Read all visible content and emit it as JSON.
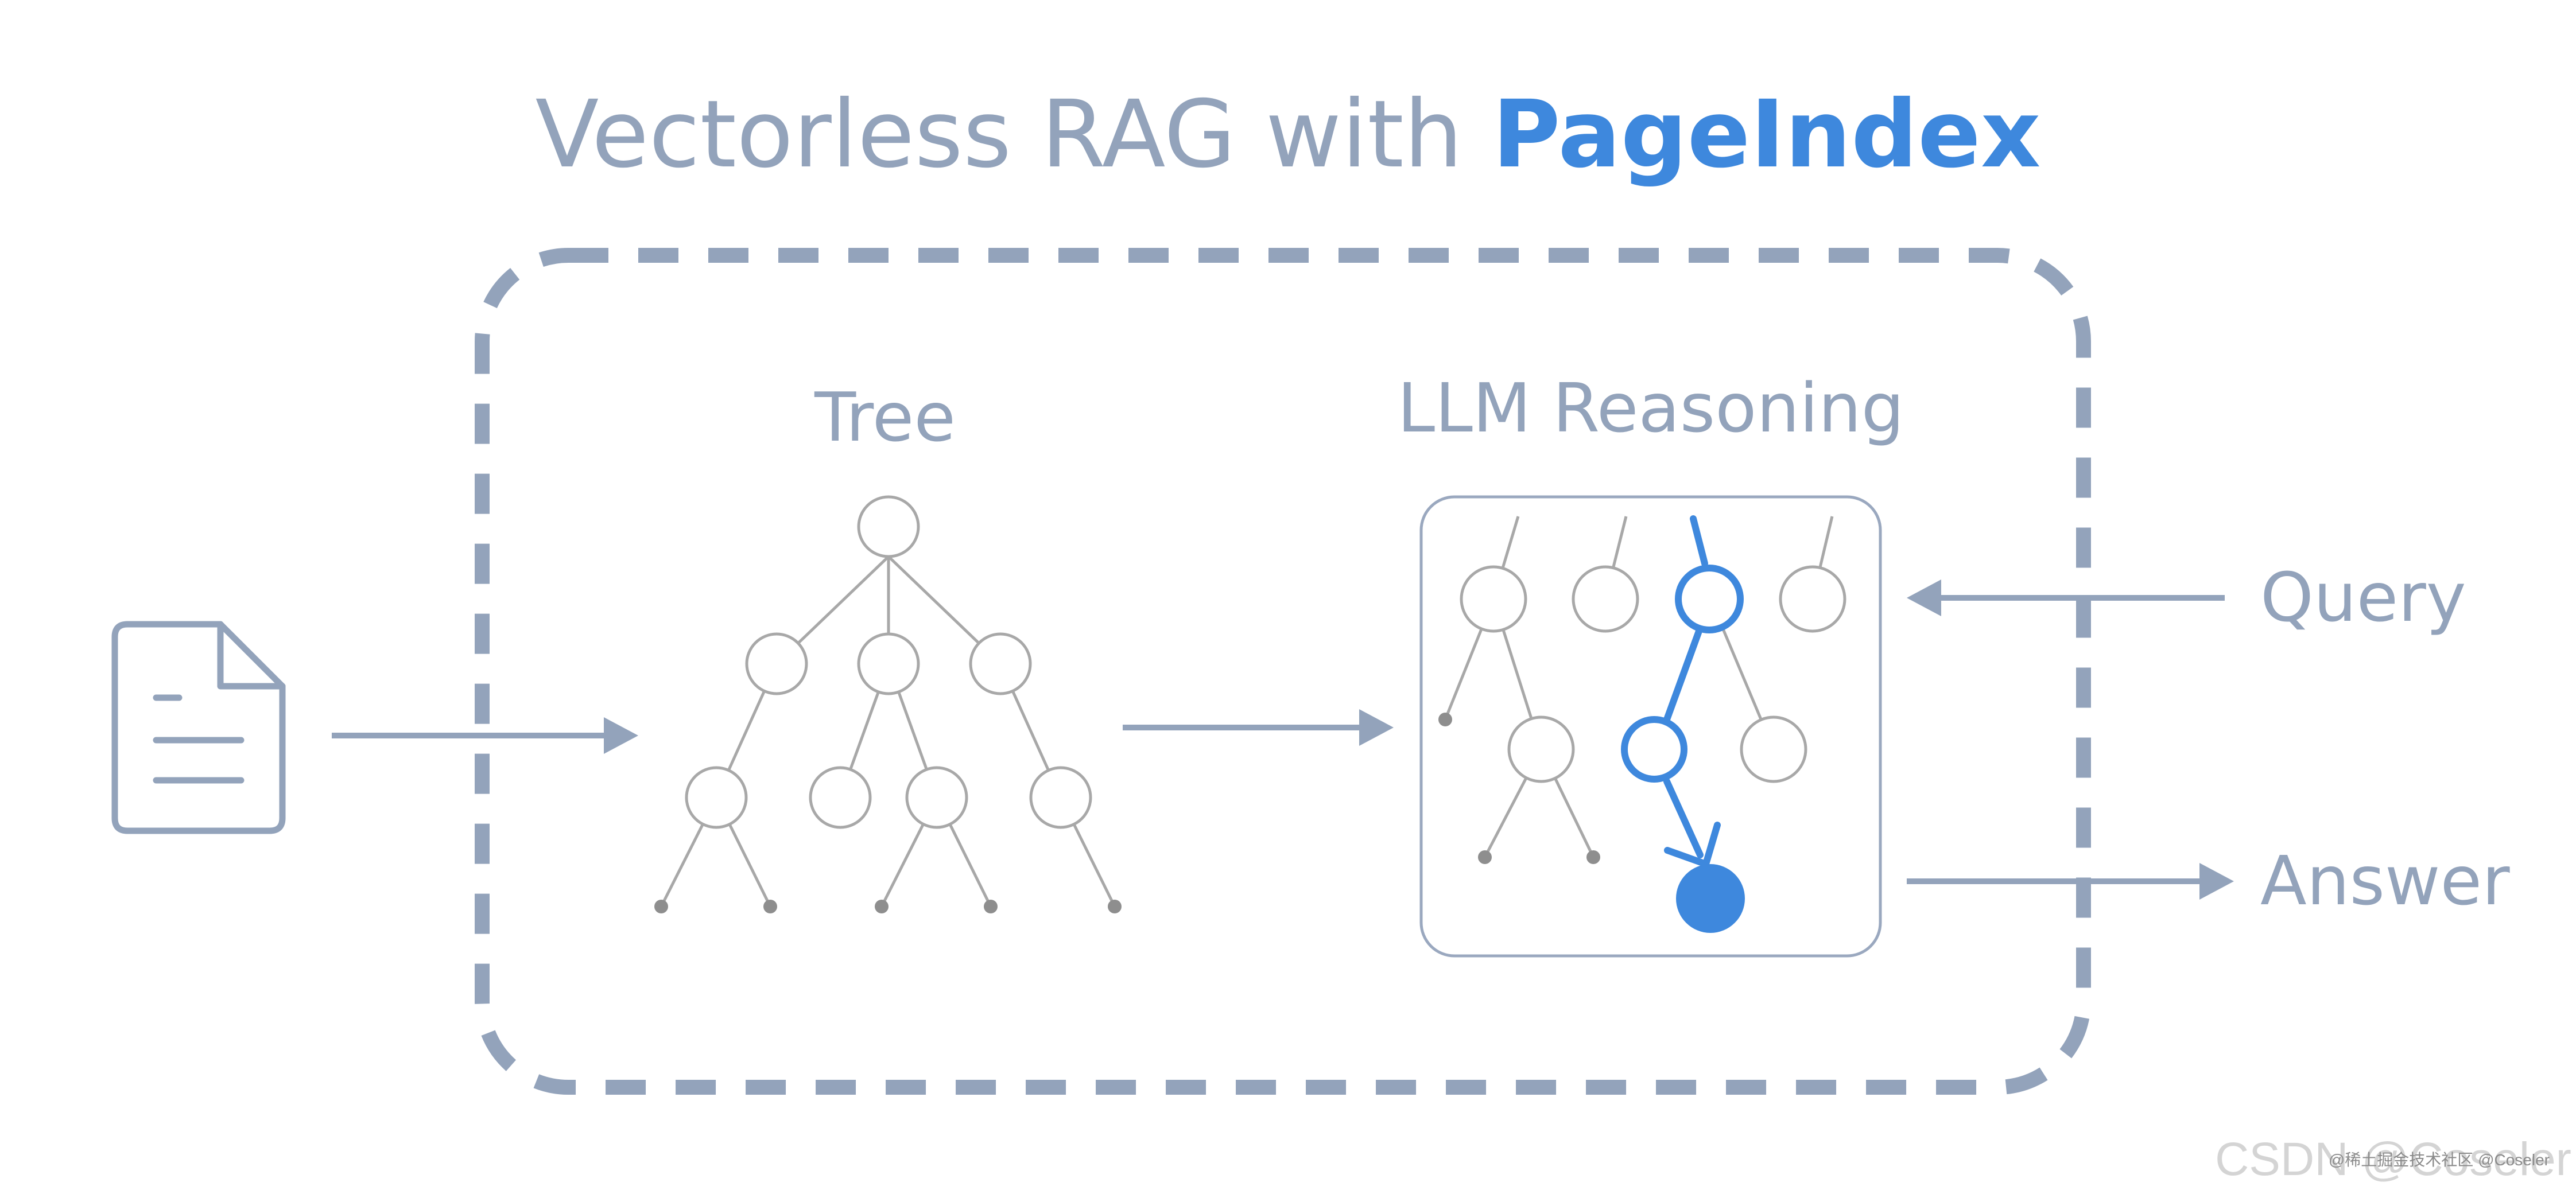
{
  "title": {
    "prefix": "Vectorless RAG with ",
    "highlight": "PageIndex"
  },
  "labels": {
    "tree": "Tree",
    "llm_reasoning": "LLM Reasoning",
    "query": "Query",
    "answer": "Answer"
  },
  "watermark": {
    "main": "CSDN @Coseler",
    "small": "@稀土掘金技术社区 @Coseler"
  },
  "colors": {
    "muted": "#93a3bb",
    "node_stroke": "#a8a8a8",
    "leaf_dot": "#8e8e8e",
    "accent": "#3e88dd",
    "box_stroke": "#9aa8bf"
  },
  "icons": {
    "document": "document-icon"
  }
}
